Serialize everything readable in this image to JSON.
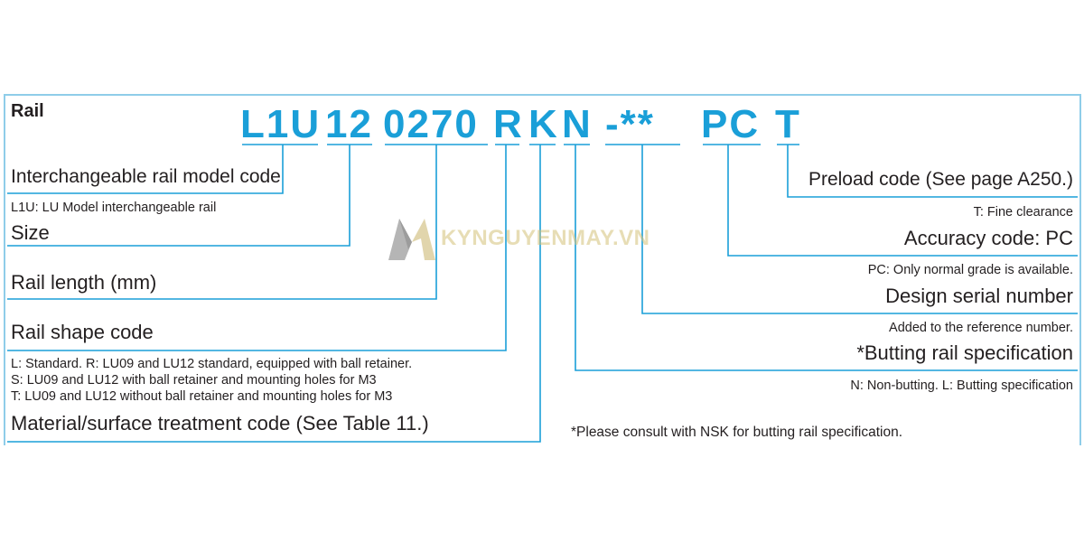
{
  "title": "Rail",
  "code": {
    "segments": [
      "L1U",
      "12",
      "0270",
      "R",
      "K",
      "N",
      "-**",
      "PC",
      "T"
    ]
  },
  "left_fields": [
    {
      "label": "Interchangeable rail model code",
      "note": "L1U: LU Model interchangeable rail"
    },
    {
      "label": "Size"
    },
    {
      "label": "Rail length (mm)"
    },
    {
      "label": "Rail shape code",
      "notes": [
        "L: Standard.  R: LU09 and LU12 standard, equipped with ball retainer.",
        "S: LU09 and LU12 with ball retainer and mounting holes for M3",
        "T: LU09 and LU12 without ball retainer and mounting holes for M3"
      ]
    },
    {
      "label": "Material/surface treatment code (See Table 11.)"
    }
  ],
  "right_fields": [
    {
      "label": "Preload code (See page A250.)",
      "note": "T: Fine clearance"
    },
    {
      "label": "Accuracy code: PC",
      "note": "PC: Only normal grade is available."
    },
    {
      "label": "Design serial number",
      "note": "Added to the reference number."
    },
    {
      "label": "*Butting rail specification",
      "note": "N: Non-butting. L: Butting specification"
    }
  ],
  "footnote": "*Please consult with NSK for butting rail specification.",
  "watermark": "KYNGUYENMAY.VN",
  "colors": {
    "accent": "#1a9fd8",
    "line": "#1a9fd8",
    "text": "#231f20",
    "watermark": "#d5c27a"
  }
}
